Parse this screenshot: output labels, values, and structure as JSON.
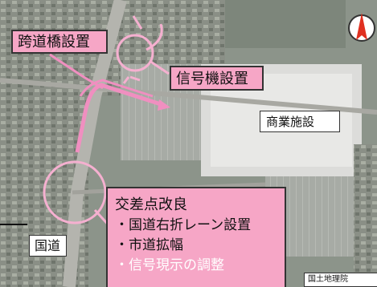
{
  "map": {
    "labels": {
      "pedestrian_bridge": "跨道橋設置",
      "signal_install": "信号機設置",
      "commercial_facility": "商業施設",
      "national_route": "国道",
      "credit": "国土地理院"
    },
    "improvement": {
      "title": "交差点改良",
      "items": [
        "・国道右折レーン設置",
        "・市道拡幅",
        "・信号現示の調整"
      ]
    },
    "colors": {
      "callout_fill": "#f6a6c6",
      "route_line": "#f08fc0",
      "circle": "#f5b0d0",
      "north_arrow": "#e03020"
    }
  }
}
